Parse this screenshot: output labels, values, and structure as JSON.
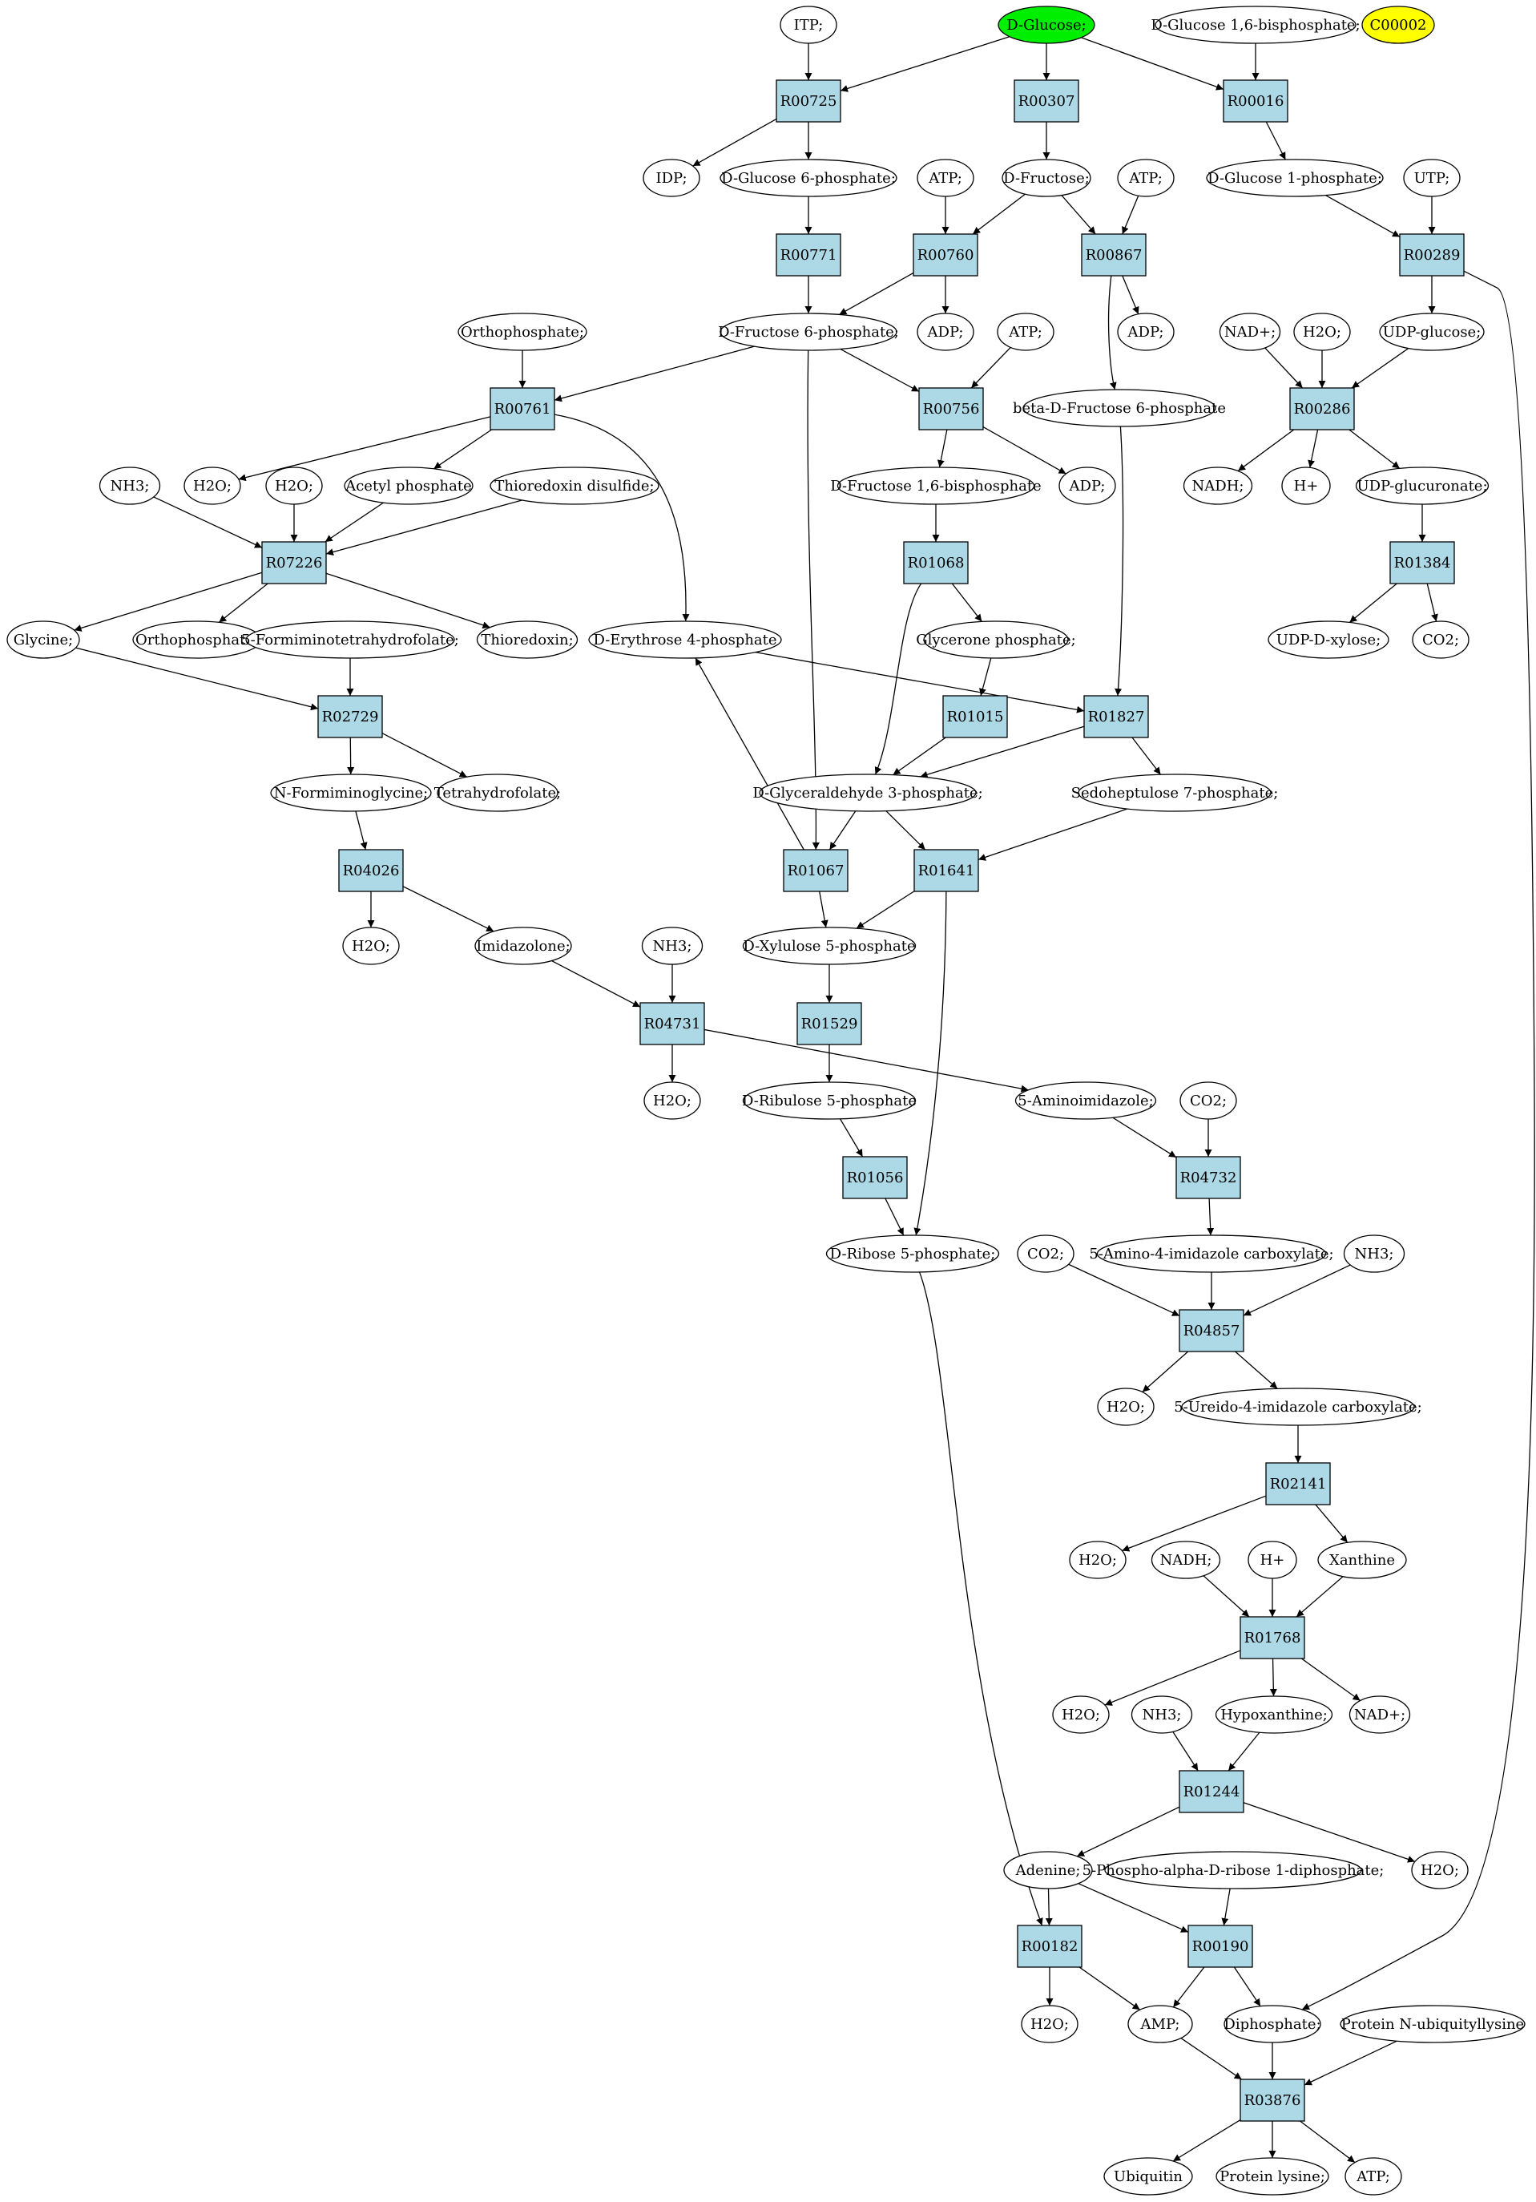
{
  "diagram": {
    "type": "metabolic-pathway-graph",
    "colors": {
      "start_node": "#00ee00",
      "orphan_node": "#ffff00",
      "reaction_fill": "#add8e6",
      "compound_fill": "#ffffff",
      "stroke": "#000000"
    },
    "compounds": {
      "itp": "ITP;",
      "dglucose": "D-Glucose;",
      "dg16bp": "D-Glucose 1,6-bisphosphate;",
      "c00002": "C00002",
      "idp": "IDP;",
      "dg6p": "D-Glucose 6-phosphate;",
      "atp1": "ATP;",
      "dfructose": "D-Fructose;",
      "atp2": "ATP;",
      "dg1p": "D-Glucose 1-phosphate;",
      "utp": "UTP;",
      "ortho1": "Orthophosphate;",
      "df6p": "D-Fructose 6-phosphate;",
      "adp1": "ADP;",
      "atp3": "ATP;",
      "adp2": "ADP;",
      "nadp1": "NAD+;",
      "h2o1": "H2O;",
      "udpglc": "UDP-glucose;",
      "bdf6p": "beta-D-Fructose 6-phosphate",
      "nh3_1": "NH3;",
      "h2o2": "H2O;",
      "h2o3": "H2O;",
      "acetylp": "Acetyl phosphate",
      "thiodis": "Thioredoxin disulfide;",
      "df16bp": "D-Fructose 1,6-bisphosphate",
      "adp3": "ADP;",
      "nadh1": "NADH;",
      "hplus1": "H+",
      "udpglcu": "UDP-glucuronate;",
      "glycine": "Glycine;",
      "ortho2": "Orthophosphate;",
      "formthf": "5-Formiminotetrahydrofolate;",
      "thioredoxin": "Thioredoxin;",
      "de4p": "D-Erythrose 4-phosphate",
      "glyp": "Glycerone phosphate;",
      "udpxyl": "UDP-D-xylose;",
      "co2_1": "CO2;",
      "nfgly": "N-Formiminoglycine;",
      "thf": "Tetrahydrofolate;",
      "dga3p": "D-Glyceraldehyde 3-phosphate;",
      "s7p": "Sedoheptulose 7-phosphate;",
      "h2o4": "H2O;",
      "imidazolone": "Imidazolone;",
      "nh3_2": "NH3;",
      "dx5p": "D-Xylulose 5-phosphate",
      "h2o5": "H2O;",
      "dr5p_ru": "D-Ribulose 5-phosphate",
      "aminoimid": "5-Aminoimidazole;",
      "co2_2": "CO2;",
      "dr5p": "D-Ribose 5-phosphate;",
      "co2_3": "CO2;",
      "aicarbox": "5-Amino-4-imidazole carboxylate;",
      "nh3_3": "NH3;",
      "h2o6": "H2O;",
      "ureido": "5-Ureido-4-imidazole carboxylate;",
      "h2o7": "H2O;",
      "nadh2": "NADH;",
      "hplus2": "H+",
      "xanthine": "Xanthine",
      "h2o8": "H2O;",
      "nh3_4": "NH3;",
      "hypox": "Hypoxanthine;",
      "nadp2": "NAD+;",
      "adenine": "Adenine;",
      "prpp": "5-Phospho-alpha-D-ribose 1-diphosphate;",
      "h2o9": "H2O;",
      "h2o10": "H2O;",
      "amp": "AMP;",
      "diphos": "Diphosphate;",
      "protub": "Protein N-ubiquityllysine",
      "ubiquitin": "Ubiquitin",
      "protlys": "Protein lysine;",
      "atp4": "ATP;"
    },
    "reactions": {
      "R00725": "R00725",
      "R00307": "R00307",
      "R00016": "R00016",
      "R00771": "R00771",
      "R00760": "R00760",
      "R00867": "R00867",
      "R00289": "R00289",
      "R00761": "R00761",
      "R00756": "R00756",
      "R00286": "R00286",
      "R07226": "R07226",
      "R01068": "R01068",
      "R01384": "R01384",
      "R02729": "R02729",
      "R01015": "R01015",
      "R01827": "R01827",
      "R04026": "R04026",
      "R01067": "R01067",
      "R01641": "R01641",
      "R04731": "R04731",
      "R01529": "R01529",
      "R04732": "R04732",
      "R01056": "R01056",
      "R04857": "R04857",
      "R02141": "R02141",
      "R01768": "R01768",
      "R01244": "R01244",
      "R00182": "R00182",
      "R00190": "R00190",
      "R03876": "R03876"
    }
  }
}
